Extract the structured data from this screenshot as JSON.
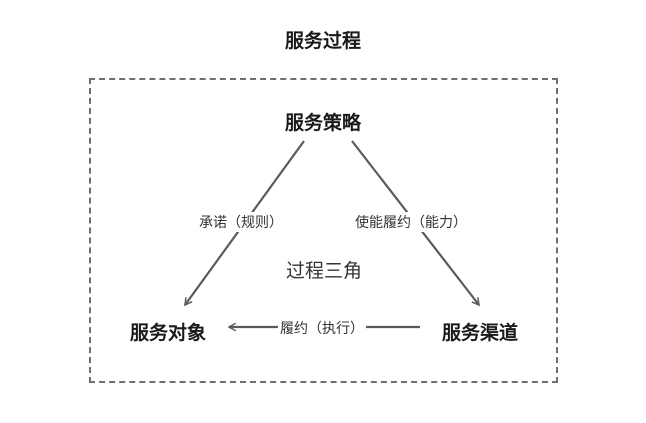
{
  "title": "服务过程",
  "nodes": {
    "strategy": "服务策略",
    "object": "服务对象",
    "channel": "服务渠道"
  },
  "edges": {
    "strategy_to_object": "承诺（规则）",
    "strategy_to_channel": "使能履约（能力）",
    "channel_to_object": "履约（执行）"
  },
  "center": "过程三角",
  "colors": {
    "line": "#5a5a5a",
    "frame": "#6f6f6f",
    "text": "#1a1a1a"
  }
}
